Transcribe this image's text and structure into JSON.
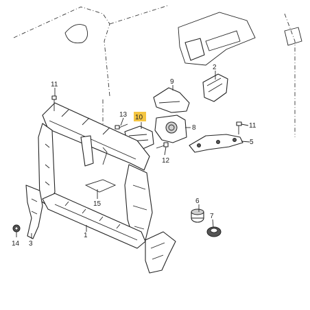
{
  "parts": [
    {
      "id": "p1",
      "label": "1"
    },
    {
      "id": "p2",
      "label": "2"
    },
    {
      "id": "p3",
      "label": "3"
    },
    {
      "id": "p5",
      "label": "5"
    },
    {
      "id": "p6",
      "label": "6"
    },
    {
      "id": "p7",
      "label": "7"
    },
    {
      "id": "p8",
      "label": "8"
    },
    {
      "id": "p9",
      "label": "9"
    },
    {
      "id": "p10",
      "label": "10",
      "highlighted": true
    },
    {
      "id": "p11a",
      "label": "11"
    },
    {
      "id": "p11b",
      "label": "11"
    },
    {
      "id": "p12",
      "label": "12"
    },
    {
      "id": "p13",
      "label": "13"
    },
    {
      "id": "p14",
      "label": "14"
    },
    {
      "id": "p15",
      "label": "15"
    }
  ],
  "colors": {
    "line": "#222222",
    "highlight": "#f4c542",
    "background": "#ffffff"
  }
}
